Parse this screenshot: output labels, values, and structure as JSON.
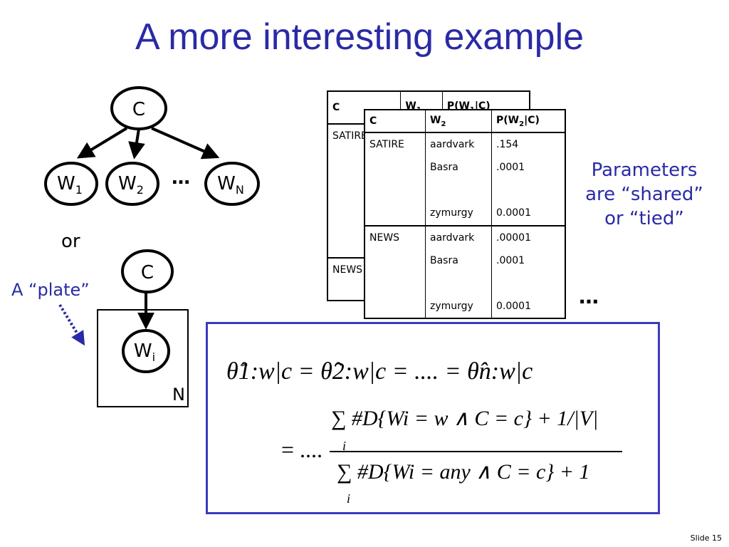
{
  "title": "A more interesting example",
  "graph": {
    "c": "C",
    "w1": "W",
    "w1_sub": "1",
    "w2": "W",
    "w2_sub": "2",
    "dots": "…",
    "wn": "W",
    "wn_sub": "N"
  },
  "or_label": "or",
  "plate": {
    "label": "A “plate”",
    "c": "C",
    "wi": "W",
    "wi_sub": "i",
    "n": "N"
  },
  "table_back": {
    "headers": [
      "C",
      "W",
      "P(W",
      "|C)"
    ],
    "w_sub": "1",
    "p_sub": "1",
    "rows": [
      "SATIRE",
      "NEWS"
    ]
  },
  "table_front": {
    "headers": [
      "C",
      "W",
      "P(W",
      "|C)"
    ],
    "w_sub": "2",
    "p_sub": "2",
    "rows": [
      {
        "c": "SATIRE",
        "w": "aardvark",
        "p": ".154"
      },
      {
        "c": "",
        "w": "Basra",
        "p": ".0001"
      },
      {
        "c": "",
        "w": "",
        "p": ""
      },
      {
        "c": "",
        "w": "zymurgy",
        "p": "0.0001"
      },
      {
        "c": "NEWS",
        "w": "aardvark",
        "p": ".00001"
      },
      {
        "c": "",
        "w": "Basra",
        "p": ".0001"
      },
      {
        "c": "",
        "w": "",
        "p": ""
      },
      {
        "c": "",
        "w": "zymurgy",
        "p": "0.0001"
      }
    ]
  },
  "tables_dots": "…",
  "note": {
    "line1": "Parameters",
    "line2": "are “shared”",
    "line3": "or “tied”"
  },
  "formula": {
    "line1": "θ̂1:w|c = θ̂2:w|c = .... = θ̂n:w|c",
    "numerator": "∑ #D{Wi = w ∧ C = c} + 1/|V|",
    "denominator": "∑ #D{Wi = any ∧ C = c} + 1",
    "prefix": "= ....",
    "sum_index": "i"
  },
  "slide_number": "Slide 15"
}
